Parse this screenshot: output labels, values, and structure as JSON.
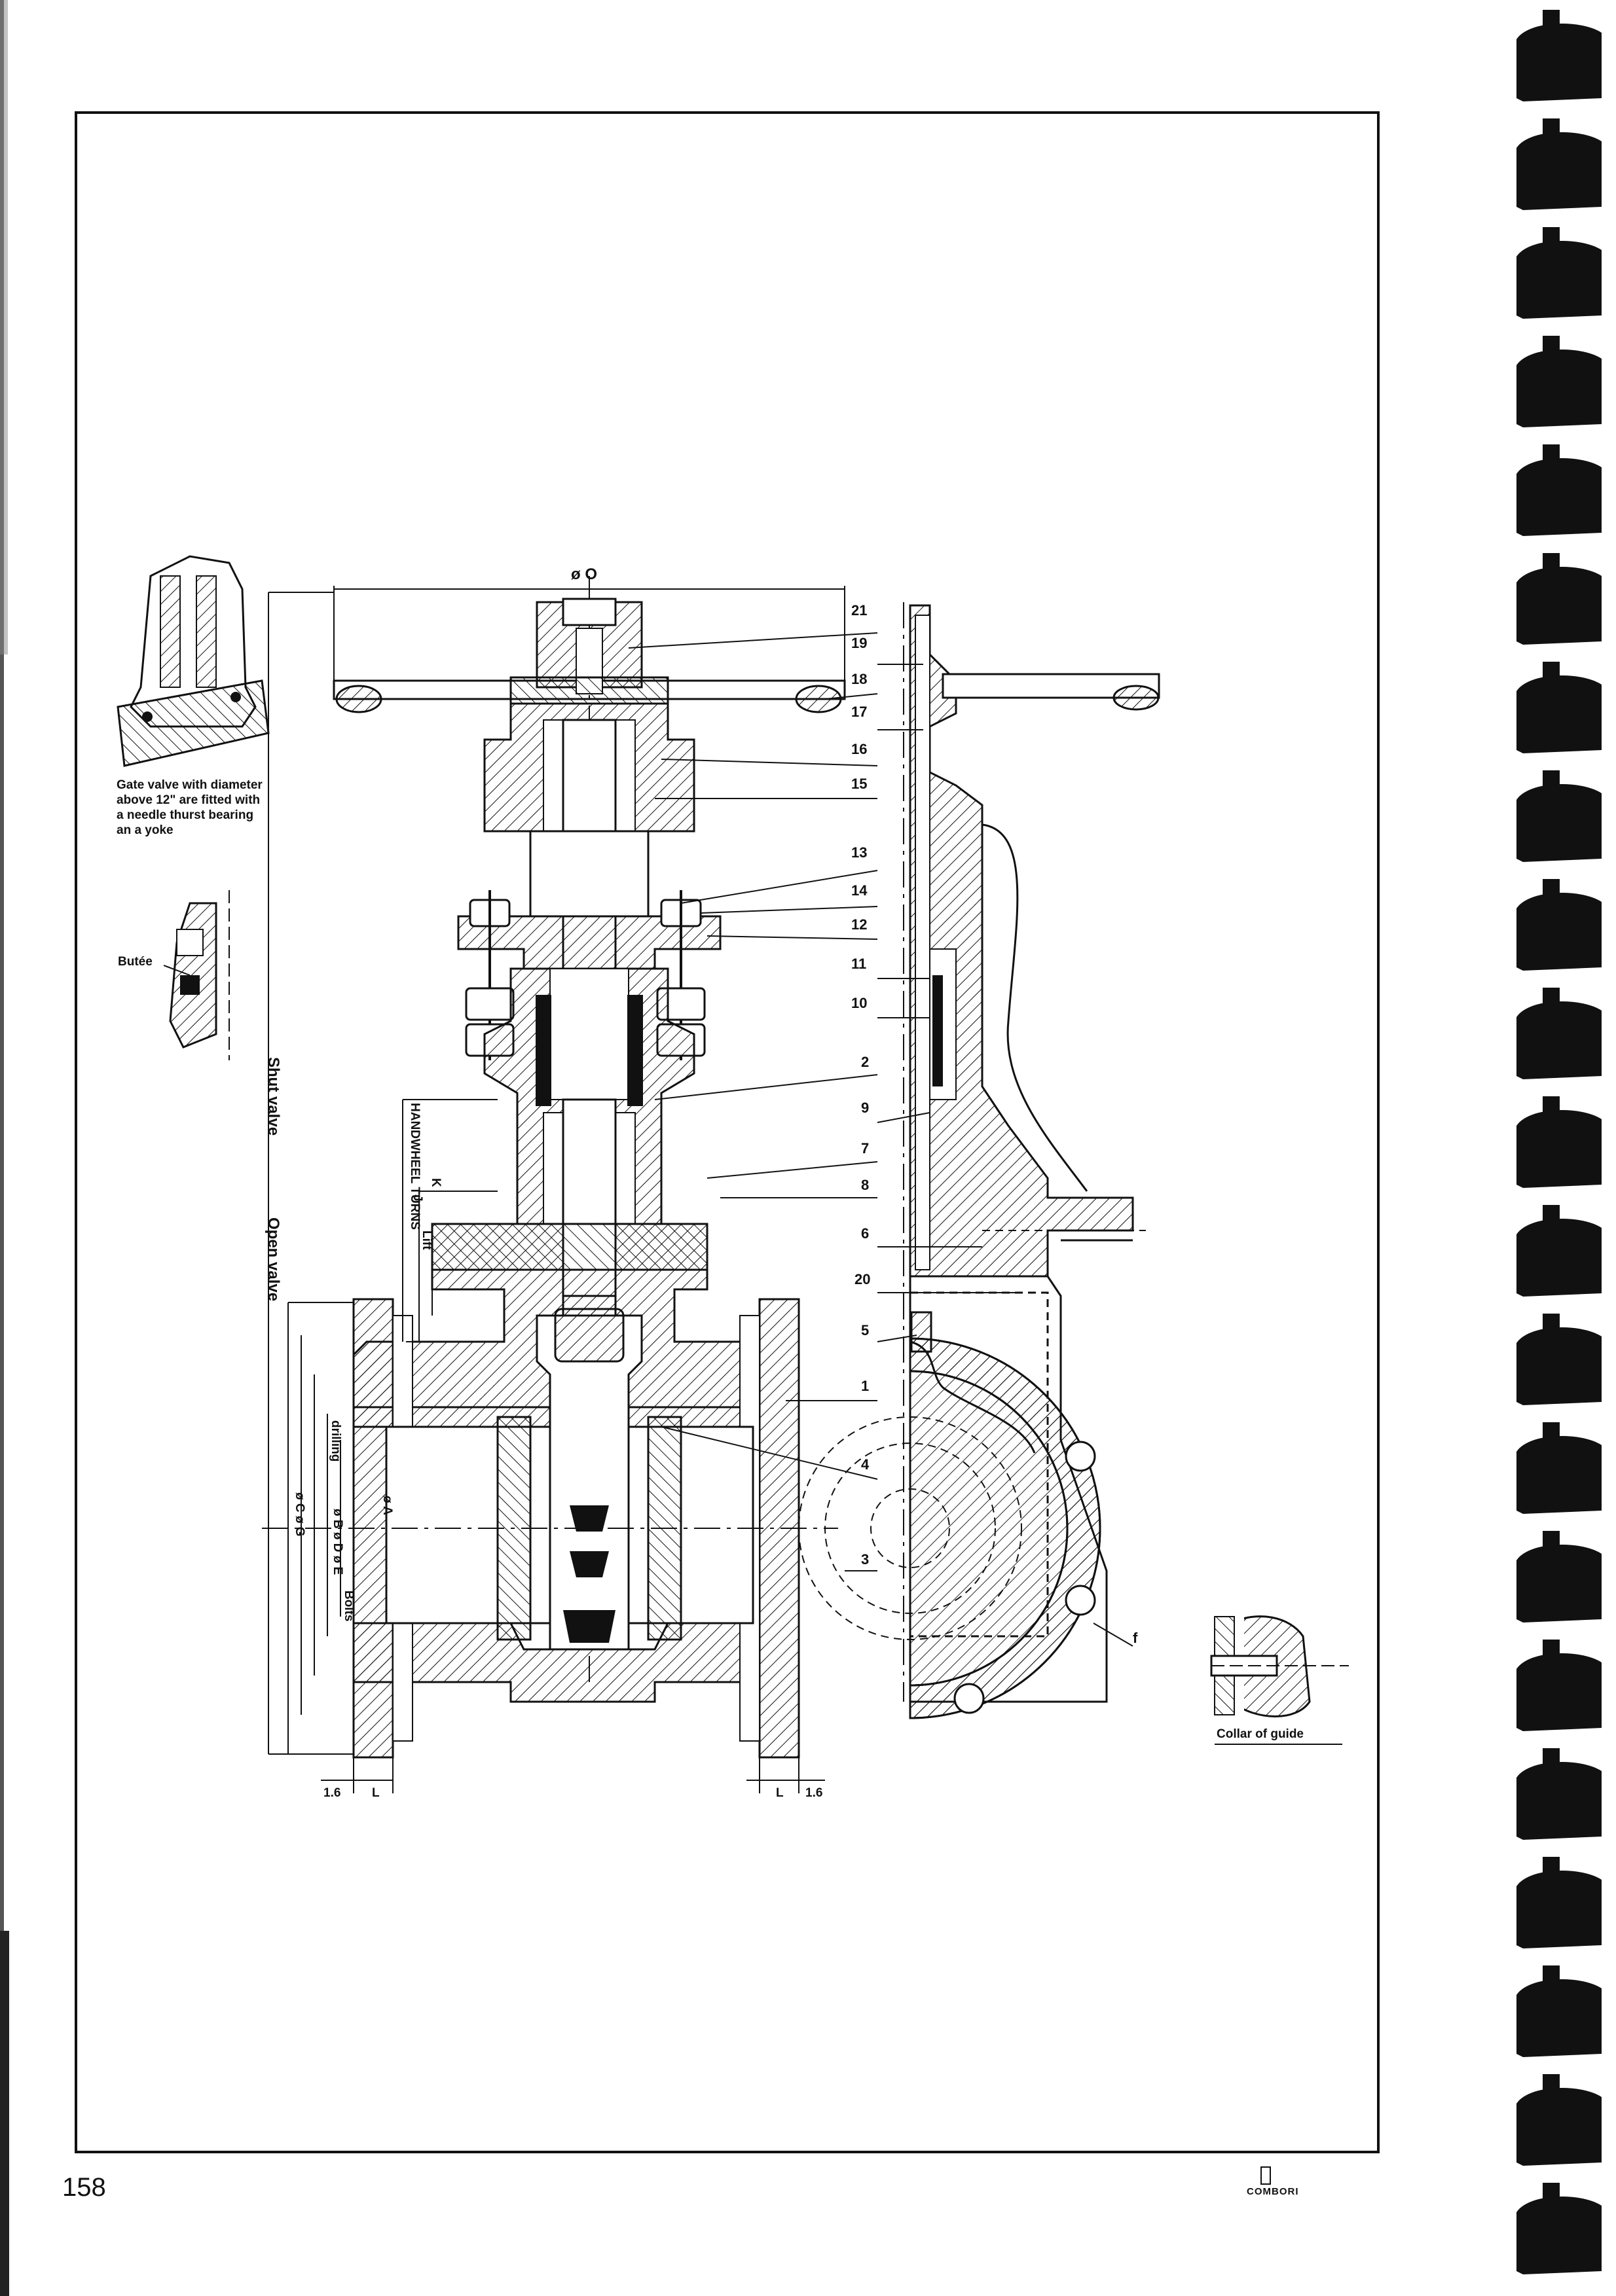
{
  "page": {
    "number": "158",
    "brand": "COMBORI"
  },
  "drawing": {
    "diameter_label": "ø O",
    "callouts": [
      "21",
      "19",
      "18",
      "17",
      "16",
      "15",
      "13",
      "14",
      "12",
      "11",
      "10",
      "2",
      "9",
      "7",
      "8",
      "6",
      "20",
      "5",
      "1",
      "4",
      "3"
    ],
    "flange_thickness_left": "1.6",
    "flange_thickness_right": "1.6",
    "flange_length_left": "L",
    "flange_length_right": "L",
    "vertical_labels": {
      "shut_valve": "Shut valve",
      "open_valve": "Open valve",
      "handwheel_turns": "HANDWHEEL TURNS",
      "lift": "Lift",
      "k": "K",
      "j": "J",
      "drilling": "drilling",
      "bolts": "Bolts",
      "dims_left": "ø C ø G",
      "dims_mid": "ø B ø D ø E",
      "dim_a": "ø A"
    },
    "f_label": "f"
  },
  "inset": {
    "note_line1": "Gate valve with diameter",
    "note_line2": "above 12\" are fitted with",
    "note_line3": "a needle thurst bearing",
    "note_line4": "an a yoke",
    "butee": "Butée"
  },
  "collar": {
    "label": "Collar of guide"
  }
}
